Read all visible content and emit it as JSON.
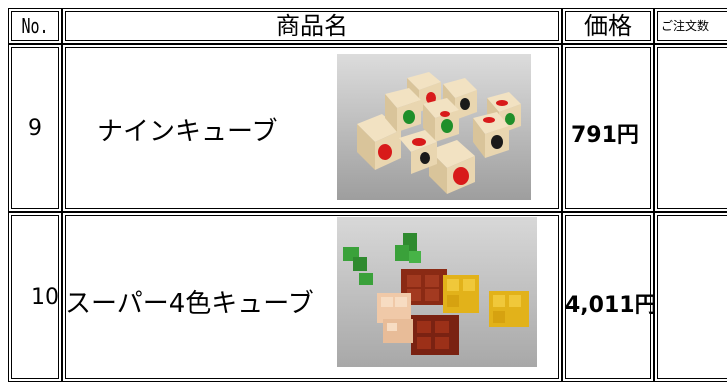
{
  "header": {
    "no": "No.",
    "name": "商品名",
    "price": "価格",
    "quantity": "ご注文数"
  },
  "rows": [
    {
      "no": "9",
      "name": "ナインキューブ",
      "price": "791円",
      "image_icon": "nine-cube-photo"
    },
    {
      "no": "10",
      "name": "スーパー4色キューブ",
      "price": "4,011円",
      "image_icon": "super-four-color-cube-photo"
    }
  ],
  "colors": {
    "border": "#000000",
    "cube_wood": "#e9d6b0",
    "dot_red": "#d81a1a",
    "dot_green": "#1f8f2a",
    "dot_black": "#1a1a1a",
    "green_piece": "#3aa13a",
    "brown_piece": "#8a2a14",
    "natural_piece": "#f0c9a8",
    "yellow_piece": "#e2b21a"
  }
}
